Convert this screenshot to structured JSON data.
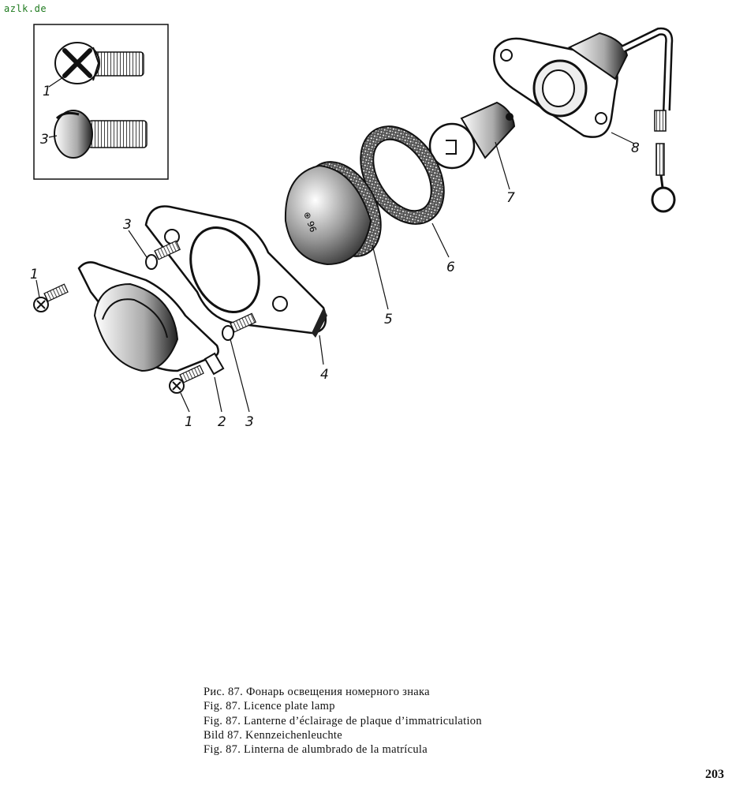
{
  "watermark": "azlk.de",
  "callouts": {
    "inset_screw_1": "1",
    "inset_screw_3": "3",
    "screw_1_top": "1",
    "screw_3_top": "3",
    "screw_1_bottom": "1",
    "washer_2": "2",
    "screw_3_bottom": "3",
    "plate_4": "4",
    "lens_5": "5",
    "gasket_6": "6",
    "bulb_7": "7",
    "socket_8": "8"
  },
  "captions": [
    "Рис. 87. Фонарь освещения номерного знака",
    "Fig. 87. Licence plate lamp",
    "Fig. 87. Lanterne d’éclairage de plaque d’immatriculation",
    "Bild 87. Kennzeichenleuchte",
    "Fig. 87. Linterna de alumbrado de la matrícula"
  ],
  "page_number": "203"
}
